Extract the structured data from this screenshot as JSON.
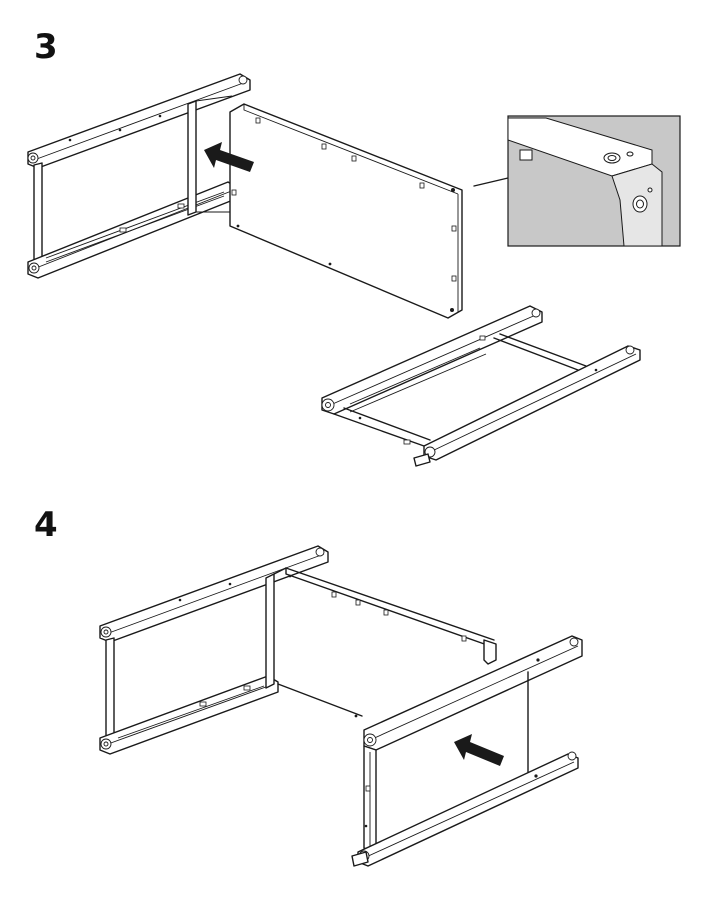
{
  "steps": [
    {
      "number": "3"
    },
    {
      "number": "4"
    }
  ],
  "colors": {
    "line": "#1a1a1a",
    "background": "#ffffff",
    "detail_fill": "#c8c8c8"
  },
  "icons": {
    "arrow": "push-arrow-icon",
    "magnifier": "detail-callout"
  }
}
